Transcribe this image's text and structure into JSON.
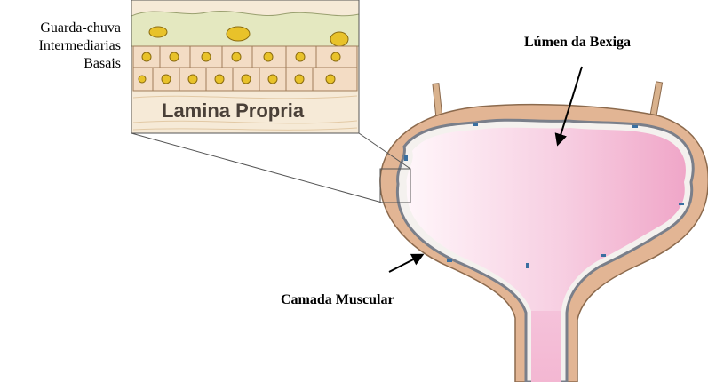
{
  "layer_labels": {
    "umbrella": "Guarda-chuva",
    "intermediate": "Intermediarias",
    "basal": "Basais"
  },
  "inset": {
    "lamina_label": "Lamina Propria"
  },
  "callouts": {
    "lumen": "Lúmen da Bexiga",
    "muscle": "Camada Muscular"
  },
  "colors": {
    "muscle_wall": "#e2b594",
    "muscle_outline": "#8c6a4d",
    "lumen_pink": "#f2aacb",
    "lumen_light": "#fff3f8",
    "urothelium_line": "#7a7f8a",
    "urothelium_accent": "#3a6fa0",
    "umbrella_cell": "#e4e8c0",
    "cell_fill": "#f3dcc4",
    "nucleus": "#e8c22a",
    "lamina": "#f6ead7",
    "ureter": "#d9b28d"
  }
}
